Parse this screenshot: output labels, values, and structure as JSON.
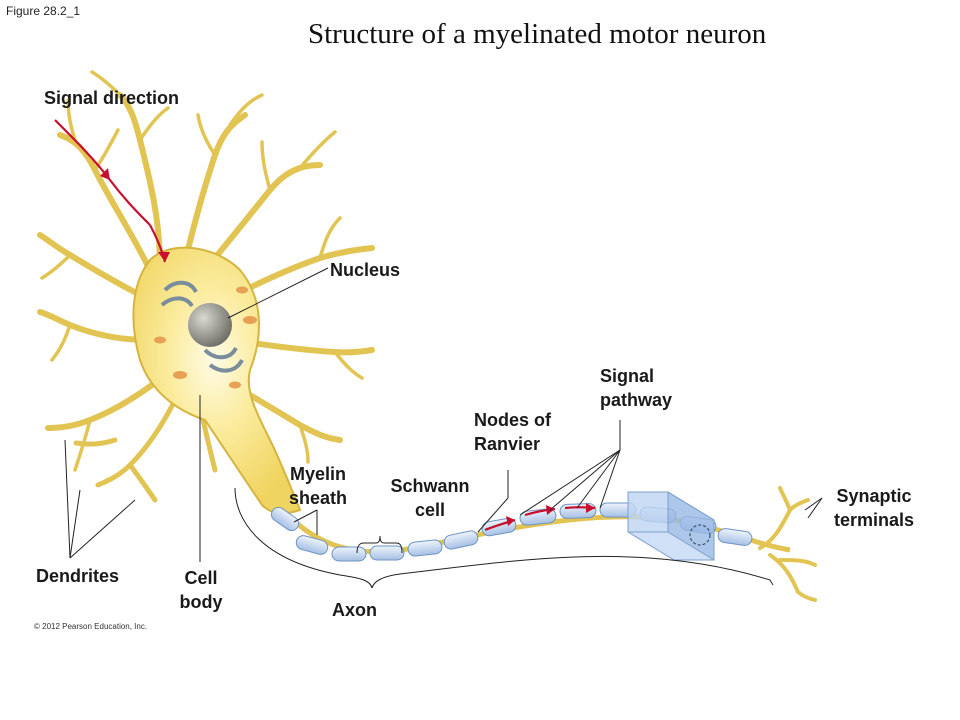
{
  "figure_label": "Figure 28.2_1",
  "title": "Structure of a myelinated motor neuron",
  "labels": {
    "signal_direction": "Signal direction",
    "nucleus": "Nucleus",
    "signal_pathway_1": "Signal",
    "signal_pathway_2": "pathway",
    "nodes_1": "Nodes of",
    "nodes_2": "Ranvier",
    "myelin_1": "Myelin",
    "myelin_2": "sheath",
    "schwann_1": "Schwann",
    "schwann_2": "cell",
    "synaptic_1": "Synaptic",
    "synaptic_2": "terminals",
    "dendrites": "Dendrites",
    "cell_body_1": "Cell",
    "cell_body_2": "body",
    "axon": "Axon"
  },
  "copyright": "© 2012 Pearson Education, Inc.",
  "colors": {
    "neuron_fill": "#f3dc72",
    "neuron_stroke": "#c9a83a",
    "myelin": "#c9dcf2",
    "signal": "#c8102e",
    "schwann_box": "#a9c6ee"
  }
}
